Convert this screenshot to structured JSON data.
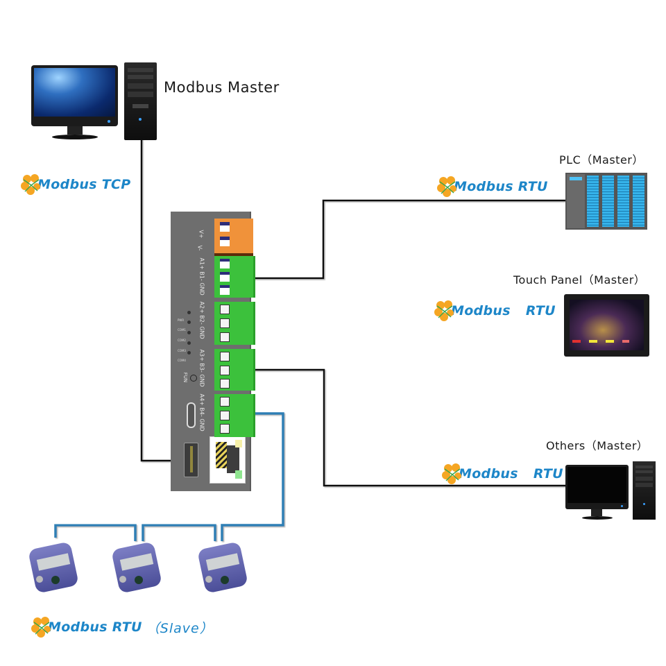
{
  "title": "Modbus gateway network diagram",
  "nodes": {
    "modbus_master": {
      "label": "Modbus Master",
      "protocol": "Modbus TCP"
    },
    "plc": {
      "label": "PLC（Master）",
      "protocol": "Modbus RTU"
    },
    "touch_panel": {
      "label": "Touch Panel（Master）",
      "protocol_a": "Modbus",
      "protocol_b": "RTU"
    },
    "others": {
      "label": "Others（Master）",
      "protocol_a": "Modbus",
      "protocol_b": "RTU"
    },
    "slaves": {
      "protocol_a": "Modbus RTU",
      "protocol_b": "（Slave）",
      "count": 3
    }
  },
  "gateway": {
    "power_terminals": [
      "V+",
      "V-"
    ],
    "ports": [
      {
        "name": "A1+ B1- GND"
      },
      {
        "name": "A2+ B2- GND"
      },
      {
        "name": "A3+ B3- GND"
      },
      {
        "name": "A4+ B4- GND"
      }
    ],
    "leds": [
      "PWR",
      "COM1",
      "COM2",
      "COM3",
      "COM4"
    ],
    "fun_button": "FUN"
  },
  "colors": {
    "wire_rs485": "#111111",
    "wire_slave_bus": "#2f7fb5",
    "terminal_green": "#3cc13c",
    "terminal_orange": "#f0923a",
    "gateway_body": "#6d6d6d",
    "modbus_text": "#1d86c8",
    "logo_orange": "#f5a623"
  }
}
